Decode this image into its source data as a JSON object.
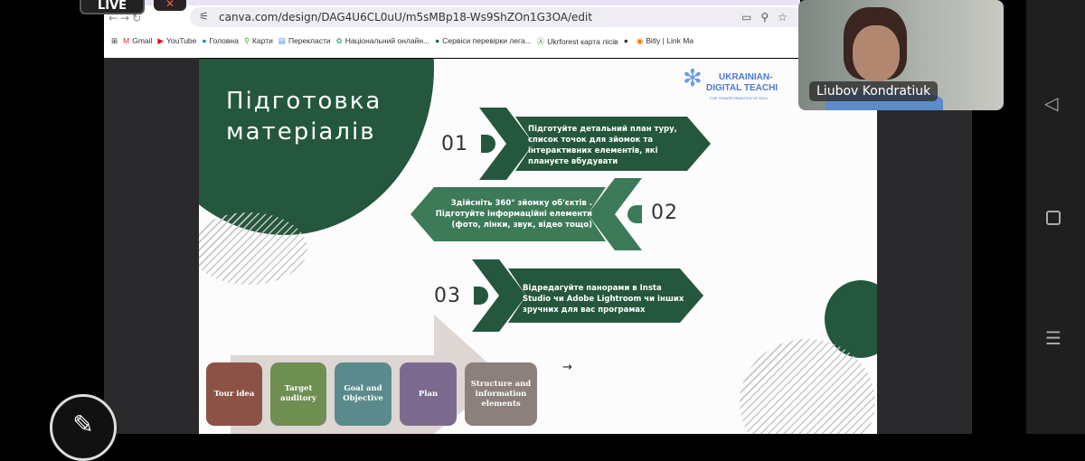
{
  "overlay": {
    "live_label": "LIVE",
    "mic_icon": "mic-off-icon",
    "edit_icon": "pencil-icon"
  },
  "browser": {
    "url": "canva.com/design/DAG4U6CL0uU/m5sMBp18-Ws9ShZOn1G3OA/edit",
    "bookmarks": [
      "Gmail",
      "YouTube",
      "Головна",
      "Карти",
      "Перекласти",
      "Національний онлайн...",
      "Сервіси перевірки лега...",
      "Ukrforest карта лісів",
      "",
      "Bitly | Link Ma"
    ]
  },
  "slide": {
    "title_line1": "Підготовка",
    "title_line2": "матеріалів",
    "logo_line1": "UKRAINIAN-",
    "logo_line2": "DIGITAL TEACHI",
    "logo_line3": "FOR TRANSFORMATION OF ENVI",
    "steps": [
      {
        "num": "01",
        "text": "Підготуйте детальний план туру, список точок для зйомок та інтерактивних елементів, які плануєте вбудувати"
      },
      {
        "num": "02",
        "text": "Здійсніть 360° зйомку об'єктів . Підготуйте інформаційні елементи (фото, лінки, звук, відео тощо)"
      },
      {
        "num": "03",
        "text": "Відредагуйте панорами в Insta Studio чи Adobe Lightroom чи інших зручних для вас програмах"
      }
    ],
    "process": [
      {
        "label": "Tour idea",
        "color": "#8c5245"
      },
      {
        "label": "Target auditory",
        "color": "#6e8e52"
      },
      {
        "label": "Goal and Objective",
        "color": "#5a8a8c"
      },
      {
        "label": "Plan",
        "color": "#7c6a8e"
      },
      {
        "label": "Structure and information elements",
        "color": "#8c807c"
      }
    ],
    "cursor_arrow": "→"
  },
  "video": {
    "participant_name": "Liubov Kondratiuk"
  },
  "colors": {
    "accent_green": "#24573d",
    "light_green": "#3d7a58"
  }
}
